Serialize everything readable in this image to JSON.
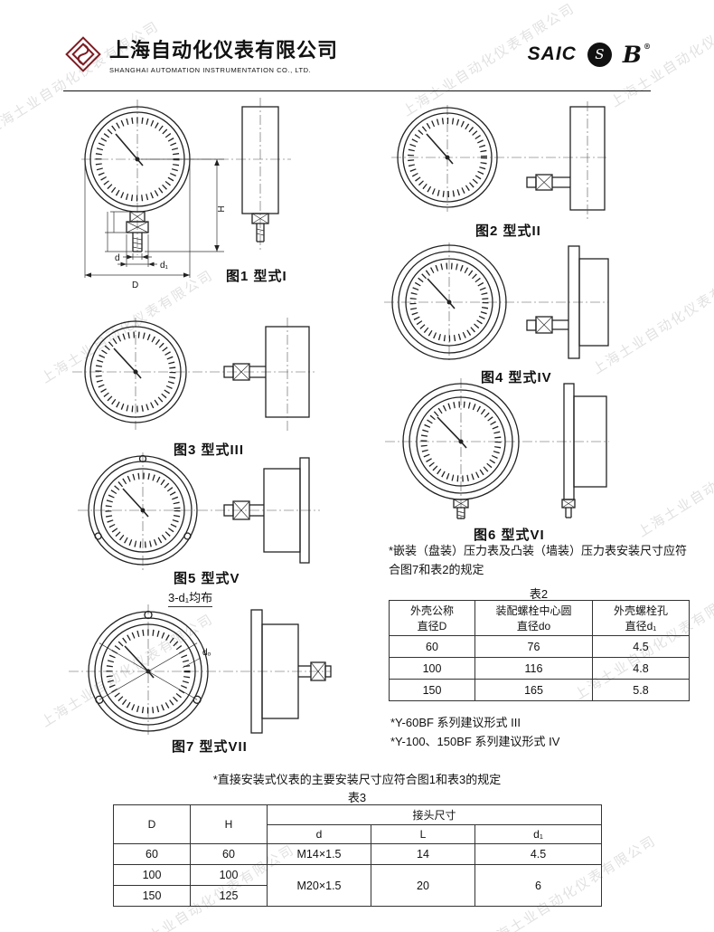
{
  "watermark": {
    "text": "上海土业自动化仪表有限公司"
  },
  "colors": {
    "brand_red": "#7d1c24",
    "line": "#222222"
  },
  "header": {
    "company_cn": "上海自动化仪表有限公司",
    "company_en": "SHANGHAI AUTOMATION INSTRUMENTATION CO., LTD.",
    "saic": "SAIC",
    "s_mark": "S",
    "b_mark": "B",
    "reg_mark": "®"
  },
  "figures": {
    "fig1": {
      "caption": "图1 型式I"
    },
    "fig2": {
      "caption": "图2 型式II"
    },
    "fig3": {
      "caption": "图3 型式III"
    },
    "fig4": {
      "caption": "图4 型式IV"
    },
    "fig5": {
      "caption": "图5 型式V"
    },
    "fig6": {
      "caption": "图6 型式VI"
    },
    "fig7": {
      "caption": "图7 型式VII",
      "note": "3-d₁均布",
      "d0_label": "dₒ"
    }
  },
  "dims": {
    "H": "H",
    "d": "d",
    "d1": "d₁",
    "D": "D"
  },
  "notes": {
    "embed": "*嵌装（盘装）压力表及凸装（墙装）压力表安装尺寸应符合图7和表2的规定",
    "y60": "*Y-60BF 系列建议形式 III",
    "y100": "*Y-100、150BF 系列建议形式 IV",
    "direct": "*直接安装式仪表的主要安装尺寸应符合图1和表3的规定"
  },
  "table2": {
    "label": "表2",
    "headers": [
      "外壳公称\n直径D",
      "装配螺栓中心圆\n直径do",
      "外壳螺栓孔\n直径d₁"
    ],
    "rows": [
      [
        "60",
        "76",
        "4.5"
      ],
      [
        "100",
        "116",
        "4.8"
      ],
      [
        "150",
        "165",
        "5.8"
      ]
    ]
  },
  "table3": {
    "label": "表3",
    "col_D": "D",
    "col_H": "H",
    "group_header": "接头尺寸",
    "sub_headers": [
      "d",
      "L",
      "d₁"
    ],
    "rows": [
      [
        "60",
        "60",
        "M14×1.5",
        "14",
        "4.5"
      ],
      [
        "100",
        "100",
        "M20×1.5",
        "20",
        "6"
      ],
      [
        "150",
        "125"
      ]
    ]
  }
}
